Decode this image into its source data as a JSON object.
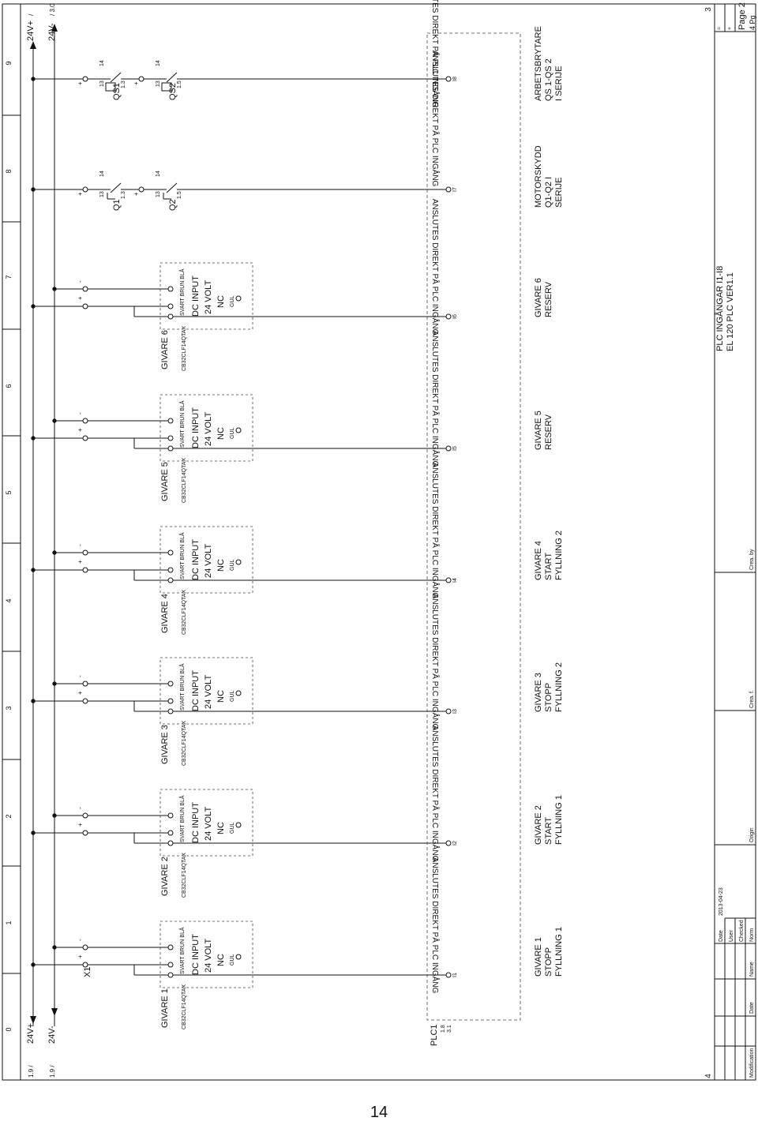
{
  "page_number": "14",
  "column_numbers": [
    "0",
    "1",
    "2",
    "3",
    "4",
    "5",
    "6",
    "7",
    "8",
    "9"
  ],
  "row_numbers": [
    "4",
    "3"
  ],
  "rails": {
    "pos_ref": "1.9",
    "pos_name": "24V+",
    "neg_ref": "1.9",
    "neg_name": "24V-",
    "pos_out_name": "24V+",
    "pos_out_ref": "/",
    "neg_out_name": "24V-",
    "neg_out_ref": "/ 3.0",
    "slash": "/"
  },
  "terminal": {
    "name": "X1"
  },
  "sensors": [
    {
      "title": "GIVARE 1",
      "model": "CB32CLF14QTAX",
      "input": "I1",
      "plus": "+",
      "minus": "-",
      "desc": [
        "GIVARE 1",
        "STOPP",
        "FYLLNING 1"
      ]
    },
    {
      "title": "GIVARE 2",
      "model": "CB32CLF14QTAX",
      "input": "I2",
      "plus": "+",
      "minus": "-",
      "desc": [
        "GIVARE 2",
        "START",
        "FYLLNING 1"
      ]
    },
    {
      "title": "GIVARE 3",
      "model": "CB32CLF14QTAX",
      "input": "I3",
      "plus": "+",
      "minus": "-",
      "desc": [
        "GIVARE 3",
        "STOPP",
        "FYLLNING 2"
      ]
    },
    {
      "title": "GIVARE 4",
      "model": "CB32CLF14QTAX",
      "input": "I4",
      "plus": "+",
      "minus": "-",
      "desc": [
        "GIVARE 4",
        "START",
        "FYLLNING 2"
      ]
    },
    {
      "title": "GIVARE 5",
      "model": "CB32CLF14QTAX",
      "input": "I5",
      "plus": "+",
      "minus": "-",
      "desc": [
        "GIVARE 5",
        "RESERV"
      ]
    },
    {
      "title": "GIVARE 6",
      "model": "CB32CLF14QTAX",
      "input": "I6",
      "plus": "+",
      "minus": "-",
      "desc": [
        "GIVARE 6",
        "RESERV"
      ]
    }
  ],
  "sensor_box": {
    "wires": "SVART BRUN  BLÅ",
    "line1": "DC INPUT",
    "line2": "24 VOLT",
    "line3": "NC",
    "gul": "GUL"
  },
  "connect_note": "ANSLUTES DIREKT PÅ PLC INGÅNG",
  "switches": [
    {
      "name": "Q1",
      "ref": "1.3",
      "t13": "13",
      "t14": "14",
      "plus": "+",
      "input": "I7"
    },
    {
      "name": "Q2",
      "ref": "1.5",
      "t13": "13",
      "t14": "14",
      "plus": "+",
      "input": ""
    },
    {
      "name": "QS1",
      "ref": "1.3",
      "t13": "13",
      "t14": "14",
      "plus": "+",
      "input": "I8"
    },
    {
      "name": "QS2",
      "ref": "1.5",
      "t13": "13",
      "t14": "14",
      "plus": "+",
      "input": ""
    }
  ],
  "switch_desc": [
    [
      "MOTORSKYDD",
      "Q1-Q2 I",
      "SERIJE"
    ],
    [
      "ARBETSBRYTARE",
      "QS 1-QS 2",
      "I SERIJE"
    ]
  ],
  "plc": {
    "name": "PLC1",
    "ref1": "1.8",
    "ref2": "3.1"
  },
  "title_block": {
    "title1": "PLC INGÅNGAR I1-I8",
    "title2": "EL 120 PLC VER1.1",
    "date_label": "Date",
    "date_value": "2013-04-23",
    "user_label": "User",
    "checked_label": "Checked",
    "norm_label": "Norm",
    "name_label": "Name",
    "date_label2": "Date",
    "modification_label": "Modification",
    "origin_label": "Origin",
    "crea_f_label": "Crea. f.",
    "crea_by_label": "Crea. by",
    "eq_label": "=",
    "plus_label": "+",
    "page_label": "Page 2",
    "pages_label": "4 Pg"
  }
}
